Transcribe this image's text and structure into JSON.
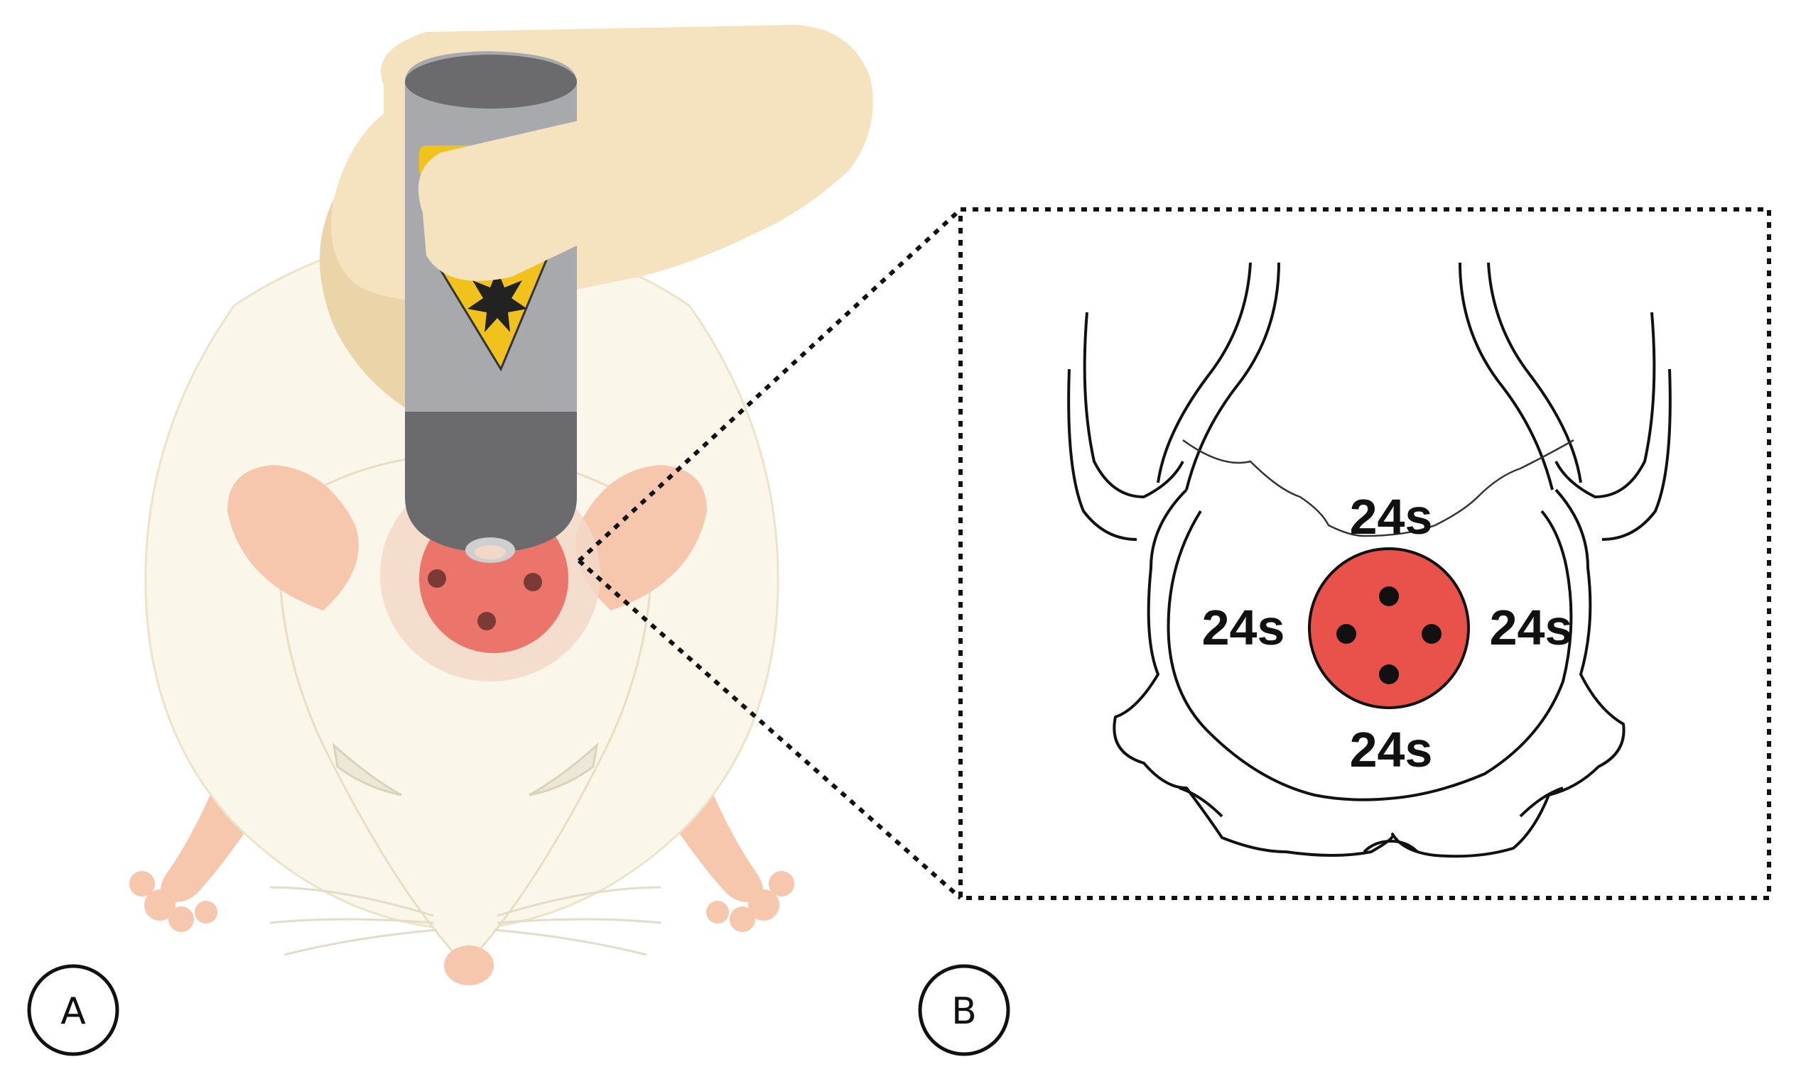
{
  "panels": {
    "a": {
      "label": "A"
    },
    "b": {
      "label": "B"
    }
  },
  "zoom_view": {
    "durations": {
      "top": "24s",
      "left": "24s",
      "right": "24s",
      "bottom": "24s"
    },
    "laser_points": 4
  },
  "colors": {
    "irradiation_spot": "#e8524a",
    "hand": "#f5e2bf",
    "laser_body": "#a8a9ad",
    "laser_cap": "#6b6b6d",
    "warning_sign": "#f1c21b",
    "mouse_body": "#faf6ea",
    "mouse_pink": "#f6c6ad"
  },
  "icons": [
    "laser-pen-icon",
    "laser-warning-icon",
    "mouse-illustration",
    "skull-outline"
  ]
}
